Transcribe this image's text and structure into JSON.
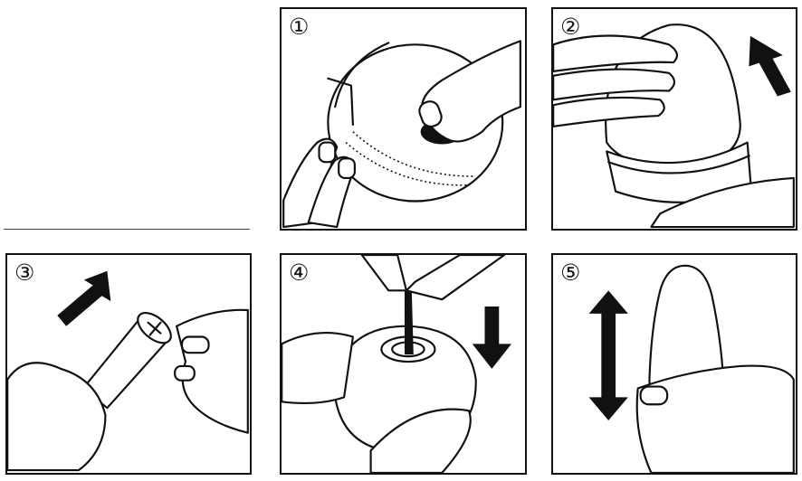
{
  "steps": [
    {
      "number": "①"
    },
    {
      "number": "②"
    },
    {
      "number": "③"
    },
    {
      "number": "④"
    },
    {
      "number": "⑤"
    }
  ]
}
